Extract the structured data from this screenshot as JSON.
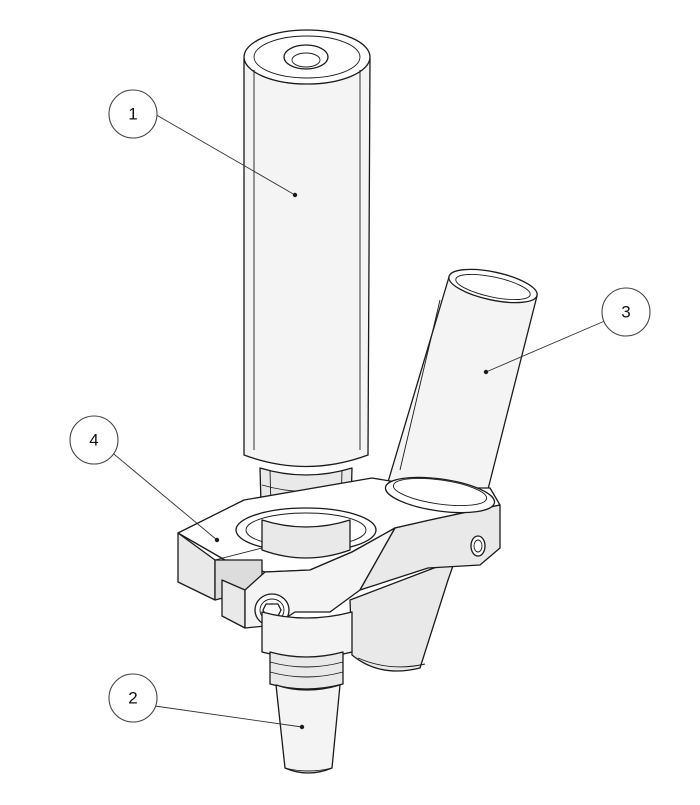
{
  "callouts": [
    {
      "id": "1",
      "label": "1"
    },
    {
      "id": "2",
      "label": "2"
    },
    {
      "id": "3",
      "label": "3"
    },
    {
      "id": "4",
      "label": "4"
    }
  ],
  "colors": {
    "line": "#1a1a1a",
    "background": "#ffffff",
    "bubble_stroke": "#444444"
  }
}
